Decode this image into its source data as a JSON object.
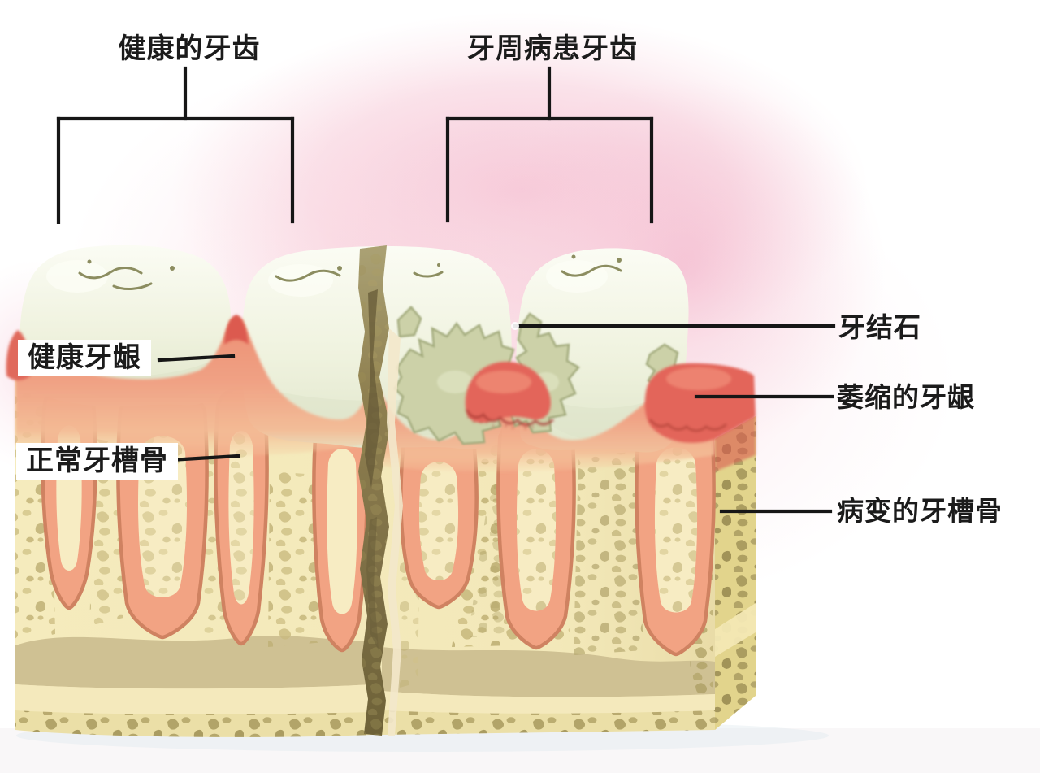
{
  "labels": {
    "healthy_teeth": "健康的牙齿",
    "perio_teeth": "牙周病患牙齿",
    "healthy_gum": "健康牙龈",
    "normal_alveolar_bone": "正常牙槽骨",
    "calculus": "牙结石",
    "receding_gum": "萎缩的牙龈",
    "diseased_alveolar_bone": "病变的牙槽骨"
  },
  "colors": {
    "label_text": "#1b1b1b",
    "annotation_line": "#161616",
    "label_box_bg": "#ffffff",
    "tooth_enamel": "#f1f3e3",
    "tooth_shadow": "#dce2c8",
    "healthy_gum": "#ef9d80",
    "inflamed_gum": "#e3655a",
    "bone": "#f5ebbd",
    "bone_speckle": "#c2b275",
    "calculus": "#ccd1a8",
    "crack": "#8f8050",
    "background_glow": "#f2aec6"
  }
}
